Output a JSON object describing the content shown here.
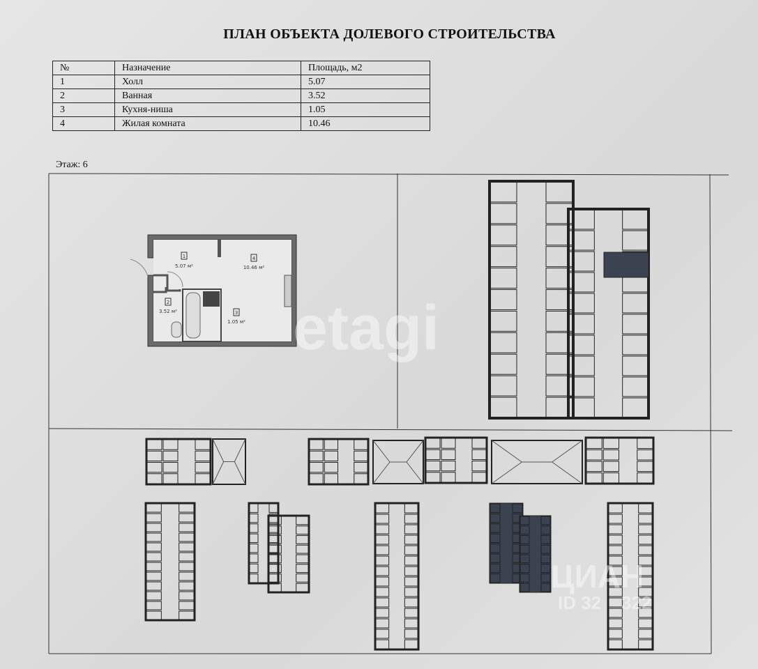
{
  "title": "ПЛАН ОБЪЕКТА ДОЛЕВОГО СТРОИТЕЛЬСТВА",
  "table": {
    "headers": [
      "№",
      "Назначение",
      "Площадь, м2"
    ],
    "rows": [
      [
        "1",
        "Холл",
        "5.07"
      ],
      [
        "2",
        "Ванная",
        "3.52"
      ],
      [
        "3",
        "Кухня-ниша",
        "1.05"
      ],
      [
        "4",
        "Жилая комната",
        "10.46"
      ]
    ]
  },
  "floor_label": "Этаж: 6",
  "plan": {
    "rooms": [
      {
        "num": "1",
        "area": "5.07 м²"
      },
      {
        "num": "4",
        "area": "10.46 м²"
      },
      {
        "num": "2",
        "area": "3.52 м²"
      },
      {
        "num": "3",
        "area": "1.05 м²"
      }
    ]
  },
  "watermarks": {
    "etagi": "etagi",
    "cian": "ЦИАН",
    "cian_id": "ID 32    322"
  },
  "colors": {
    "wall": "#555",
    "dark": "#222",
    "highlight": "#3c4350"
  }
}
